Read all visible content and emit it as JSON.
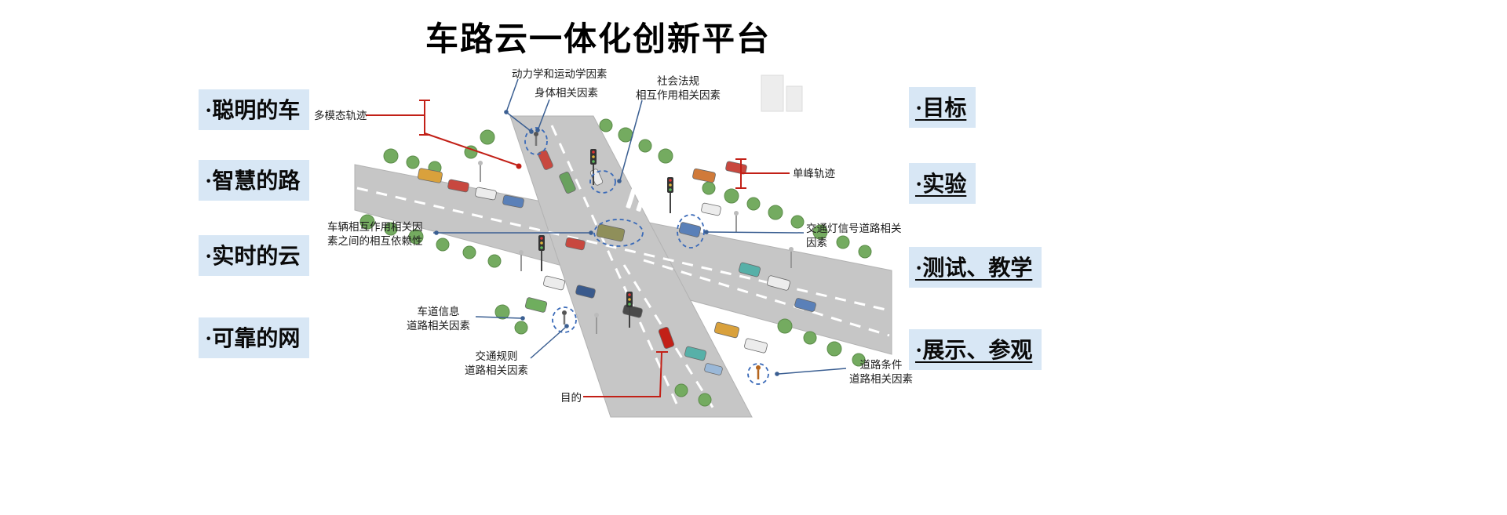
{
  "title": "车路云一体化创新平台",
  "left_items": [
    {
      "label": "·聪明的车"
    },
    {
      "label": "·智慧的路"
    },
    {
      "label": "·实时的云"
    },
    {
      "label": "·可靠的网"
    }
  ],
  "right_items": [
    {
      "label": "·目标"
    },
    {
      "label": "·实验"
    },
    {
      "label": "·测试、教学"
    },
    {
      "label": "·展示、参观"
    }
  ],
  "diagram": {
    "annotations": [
      {
        "id": "dynamics-kinematics",
        "text": "动力学和运动学因素"
      },
      {
        "id": "body-factors",
        "text": "身体相关因素"
      },
      {
        "id": "social-rules",
        "text": "社会法规\n相互作用相关因素"
      },
      {
        "id": "multimodal-trajectory",
        "text": "多模态轨迹"
      },
      {
        "id": "unimodal-trajectory",
        "text": "单峰轨迹"
      },
      {
        "id": "vehicle-interaction",
        "text": "车辆相互作用相关因\n素之间的相互依赖性"
      },
      {
        "id": "traffic-signal",
        "text": "交通灯信号道路相关\n因素"
      },
      {
        "id": "lane-info",
        "text": "车道信息\n道路相关因素"
      },
      {
        "id": "traffic-rules",
        "text": "交通规则\n道路相关因素"
      },
      {
        "id": "purpose",
        "text": "目的"
      },
      {
        "id": "road-condition",
        "text": "道路条件\n道路相关因素"
      }
    ]
  },
  "colors": {
    "highlight_bg": "#d8e7f5",
    "leader_line_blue": "#3b5f92",
    "trajectory_red": "#c22017",
    "road_gray": "#c6c6c6",
    "tree_green": "#74ab60"
  }
}
